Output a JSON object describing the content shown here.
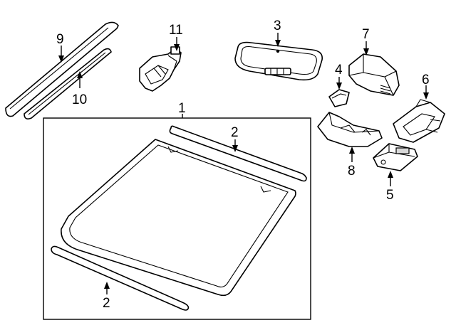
{
  "callouts": {
    "windshield_assembly": "1",
    "upper_molding": "2",
    "lower_molding": "2",
    "rearview_mirror": "3",
    "cover": "4",
    "sensor": "5",
    "bracket": "6",
    "mirror_cover": "7",
    "trim_cover": "8",
    "pillar_molding_outer": "9",
    "pillar_molding_inner": "10",
    "rain_sensor": "11"
  },
  "colors": {
    "line": "#000000",
    "background": "#ffffff",
    "shade": "#d8d8d8"
  }
}
